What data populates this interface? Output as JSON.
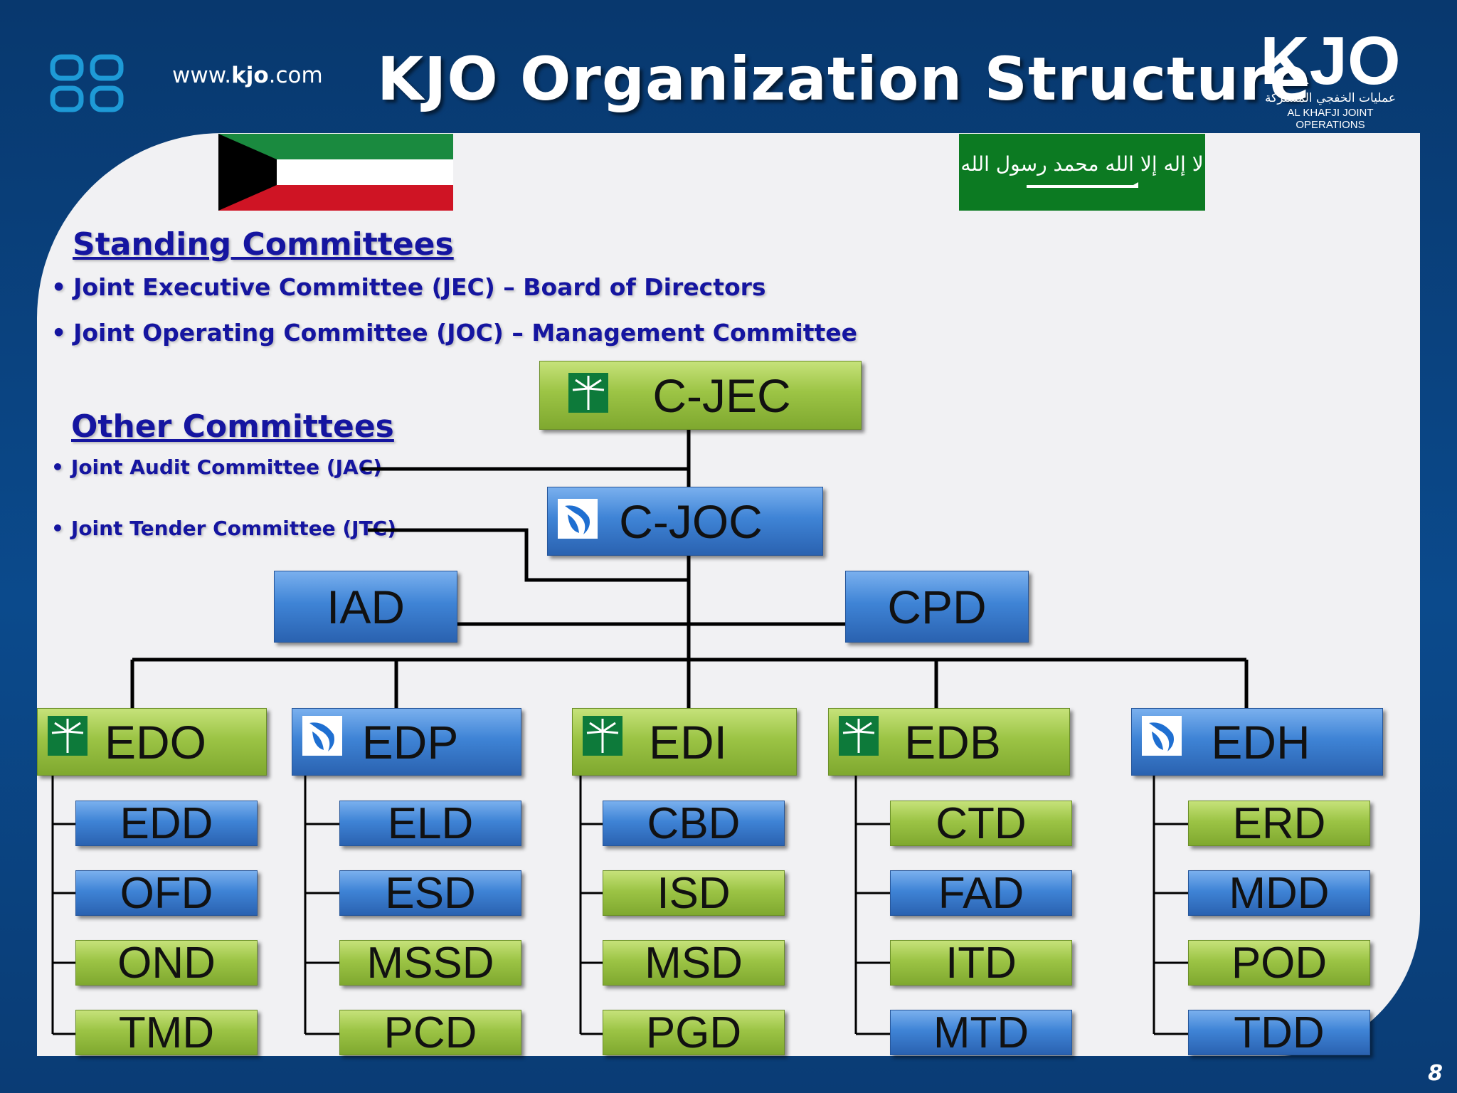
{
  "header": {
    "url_prefix": "www.",
    "url_bold": "kjo",
    "url_suffix": ".com",
    "title": "KJO Organization Structure",
    "logo_text": "KJO",
    "logo_arabic": "عمليات الخفجي المشتركة",
    "logo_sub": "AL KHAFJI JOINT OPERATIONS"
  },
  "flags": {
    "saudi_text": "لا إله إلا الله محمد رسول الله"
  },
  "standing": {
    "heading": "Standing Committees",
    "items": [
      "Joint Executive Committee  (JEC) – Board of Directors",
      "Joint Operating Committee (JOC) – Management Committee"
    ]
  },
  "other": {
    "heading": "Other Committees",
    "items": [
      "Joint Audit Committee (JAC)",
      "Joint Tender Committee (JTC)"
    ]
  },
  "org": {
    "top": "C-JEC",
    "second": "C-JOC",
    "staff_left": "IAD",
    "staff_right": "CPD",
    "divisions": [
      {
        "label": "EDO",
        "units": [
          "EDD",
          "OFD",
          "OND",
          "TMD"
        ]
      },
      {
        "label": "EDP",
        "units": [
          "ELD",
          "ESD",
          "MSSD",
          "PCD"
        ]
      },
      {
        "label": "EDI",
        "units": [
          "CBD",
          "ISD",
          "MSD",
          "PGD"
        ]
      },
      {
        "label": "EDB",
        "units": [
          "CTD",
          "FAD",
          "ITD",
          "MTD"
        ]
      },
      {
        "label": "EDH",
        "units": [
          "ERD",
          "MDD",
          "POD",
          "TDD"
        ]
      }
    ]
  },
  "colors": {
    "green_box": "#9cc445",
    "blue_box": "#3f84d6",
    "heading_text": "#1515a0",
    "background": "#0b4a8c"
  },
  "page_number": "8"
}
